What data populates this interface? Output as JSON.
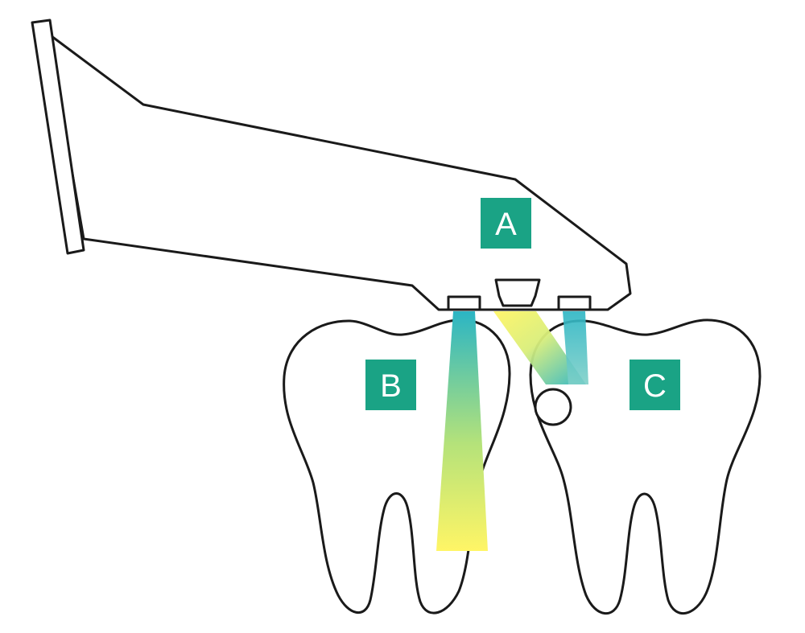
{
  "labels": {
    "a": "A",
    "b": "B",
    "c": "C"
  },
  "colors": {
    "label_background": "#1aa385",
    "beam_teal": "#2bb5c4",
    "beam_yellow": "#fff566",
    "outline": "#1a1a1a"
  }
}
